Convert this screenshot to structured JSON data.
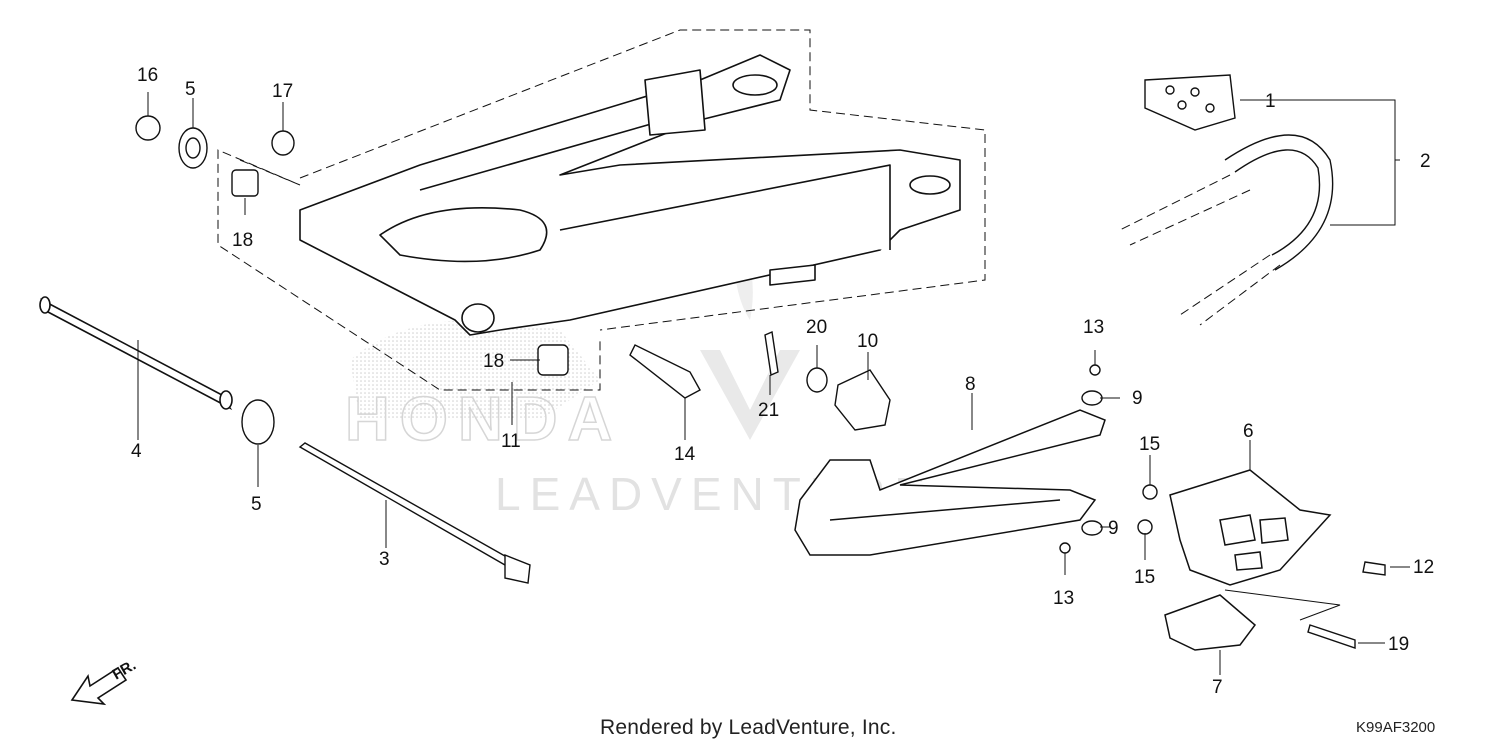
{
  "watermark": {
    "text": "LEADVENTURE",
    "brand_text": "HONDA"
  },
  "footer": {
    "credit": "Rendered by LeadVenture, Inc.",
    "diagram_code": "K99AF3200"
  },
  "direction_indicator": {
    "text": "FR."
  },
  "callouts": [
    {
      "id": "c1",
      "label": "1"
    },
    {
      "id": "c2",
      "label": "2"
    },
    {
      "id": "c3",
      "label": "3"
    },
    {
      "id": "c4",
      "label": "4"
    },
    {
      "id": "c5a",
      "label": "5"
    },
    {
      "id": "c5b",
      "label": "5"
    },
    {
      "id": "c6",
      "label": "6"
    },
    {
      "id": "c7",
      "label": "7"
    },
    {
      "id": "c8",
      "label": "8"
    },
    {
      "id": "c9a",
      "label": "9"
    },
    {
      "id": "c9b",
      "label": "9"
    },
    {
      "id": "c10",
      "label": "10"
    },
    {
      "id": "c11",
      "label": "11"
    },
    {
      "id": "c12",
      "label": "12"
    },
    {
      "id": "c13a",
      "label": "13"
    },
    {
      "id": "c13b",
      "label": "13"
    },
    {
      "id": "c14",
      "label": "14"
    },
    {
      "id": "c15a",
      "label": "15"
    },
    {
      "id": "c15b",
      "label": "15"
    },
    {
      "id": "c16",
      "label": "16"
    },
    {
      "id": "c17",
      "label": "17"
    },
    {
      "id": "c18a",
      "label": "18"
    },
    {
      "id": "c18b",
      "label": "18"
    },
    {
      "id": "c19",
      "label": "19"
    },
    {
      "id": "c20",
      "label": "20"
    },
    {
      "id": "c21",
      "label": "21"
    }
  ],
  "colors": {
    "line": "#111111",
    "watermark": "#dcdcdc",
    "background": "#ffffff"
  }
}
